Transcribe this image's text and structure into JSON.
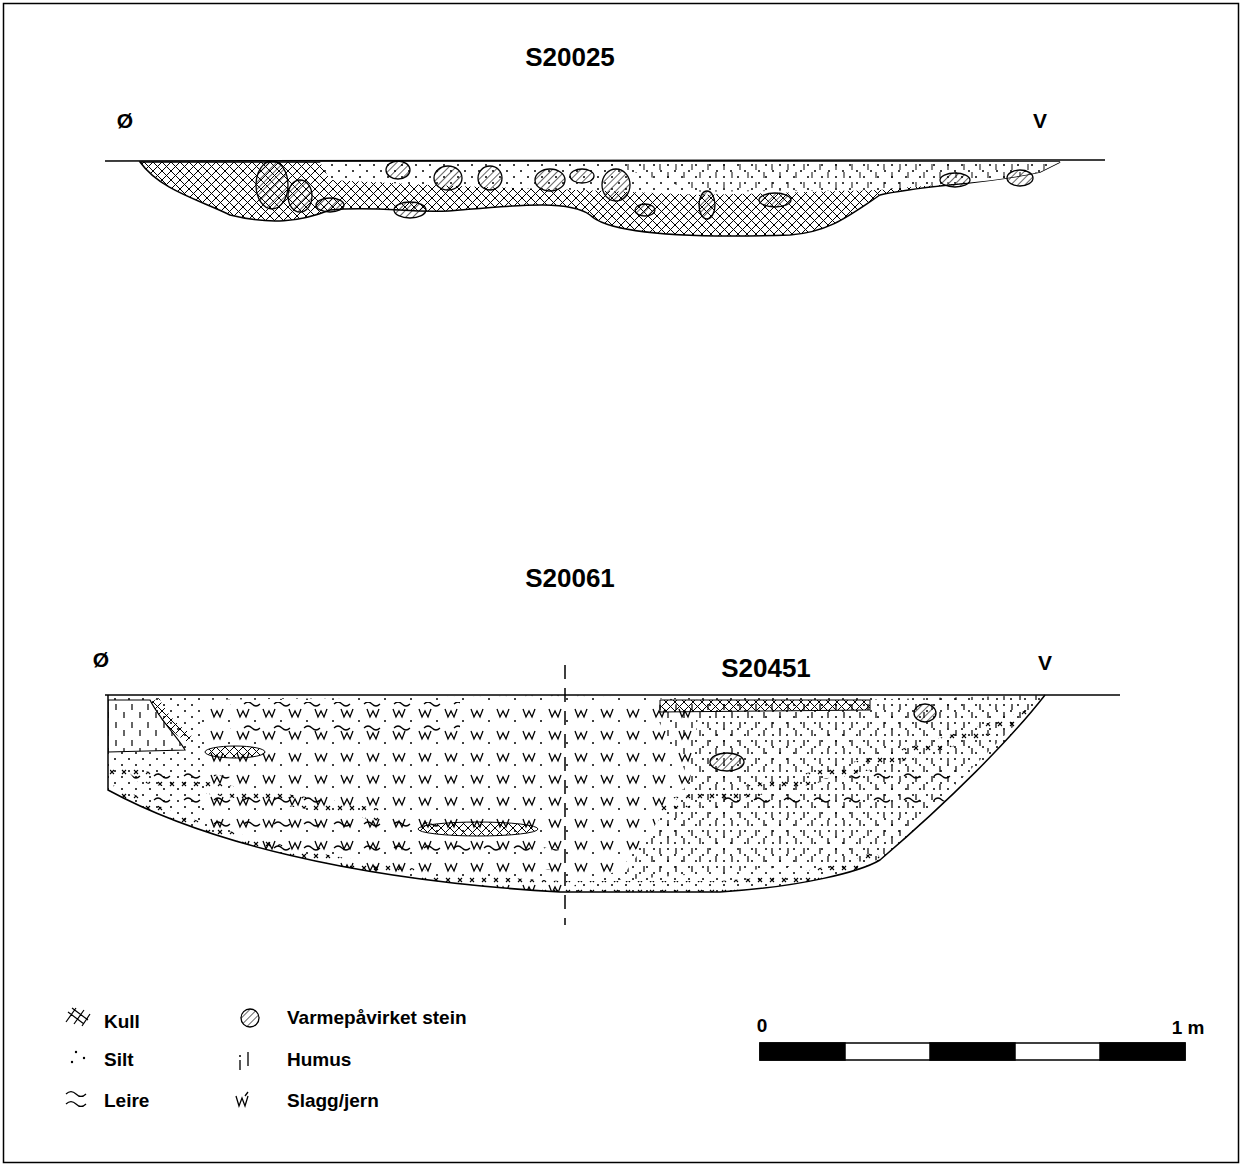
{
  "diagram": {
    "labels": [
      "S20025",
      "Ø",
      "V",
      "S20061",
      "Ø",
      "S20451",
      "V",
      "0",
      "1 m"
    ],
    "legend": [
      {
        "text": "Kull"
      },
      {
        "text": "Silt"
      },
      {
        "text": "Leire"
      },
      {
        "text": "Varmepåvirket stein"
      },
      {
        "text": "Humus"
      },
      {
        "text": "Slagg/jern"
      }
    ]
  }
}
